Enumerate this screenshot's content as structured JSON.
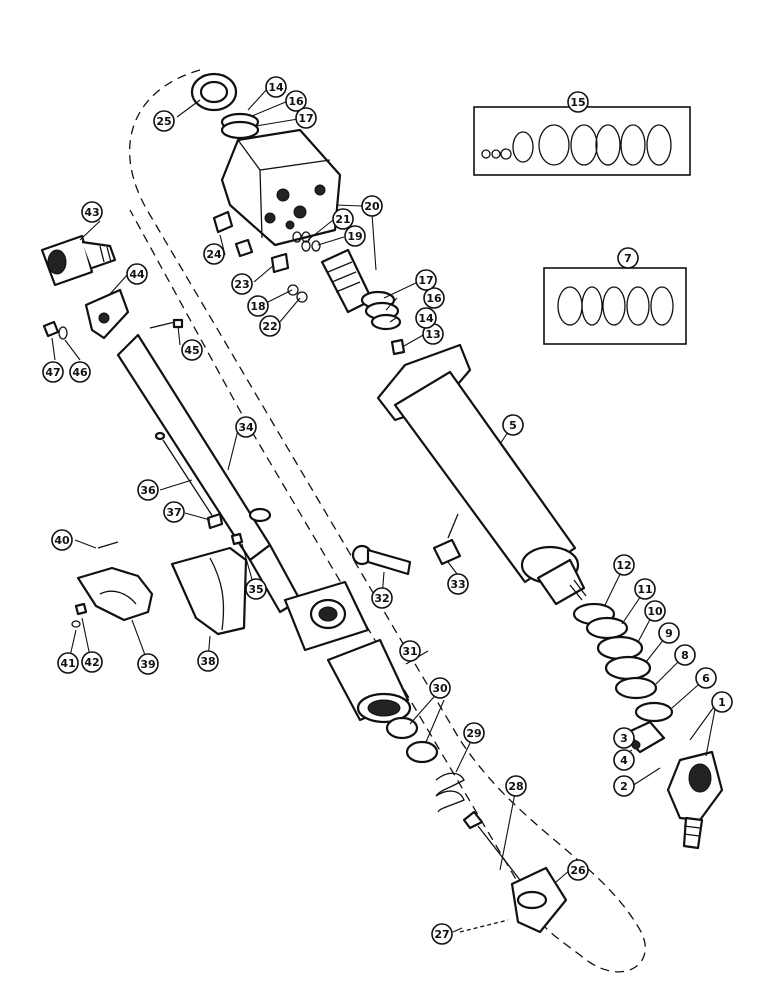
{
  "callouts": [
    {
      "n": "1"
    },
    {
      "n": "2"
    },
    {
      "n": "3"
    },
    {
      "n": "4"
    },
    {
      "n": "5"
    },
    {
      "n": "6"
    },
    {
      "n": "7"
    },
    {
      "n": "8"
    },
    {
      "n": "9"
    },
    {
      "n": "10"
    },
    {
      "n": "11"
    },
    {
      "n": "12"
    },
    {
      "n": "13"
    },
    {
      "n": "14"
    },
    {
      "n": "14"
    },
    {
      "n": "15"
    },
    {
      "n": "16"
    },
    {
      "n": "16"
    },
    {
      "n": "17"
    },
    {
      "n": "17"
    },
    {
      "n": "18"
    },
    {
      "n": "19"
    },
    {
      "n": "20"
    },
    {
      "n": "21"
    },
    {
      "n": "22"
    },
    {
      "n": "23"
    },
    {
      "n": "24"
    },
    {
      "n": "25"
    },
    {
      "n": "26"
    },
    {
      "n": "27"
    },
    {
      "n": "28"
    },
    {
      "n": "29"
    },
    {
      "n": "30"
    },
    {
      "n": "31"
    },
    {
      "n": "32"
    },
    {
      "n": "33"
    },
    {
      "n": "34"
    },
    {
      "n": "35"
    },
    {
      "n": "36"
    },
    {
      "n": "37"
    },
    {
      "n": "38"
    },
    {
      "n": "39"
    },
    {
      "n": "40"
    },
    {
      "n": "41"
    },
    {
      "n": "42"
    },
    {
      "n": "43"
    },
    {
      "n": "44"
    },
    {
      "n": "45"
    },
    {
      "n": "46"
    },
    {
      "n": "47"
    }
  ]
}
